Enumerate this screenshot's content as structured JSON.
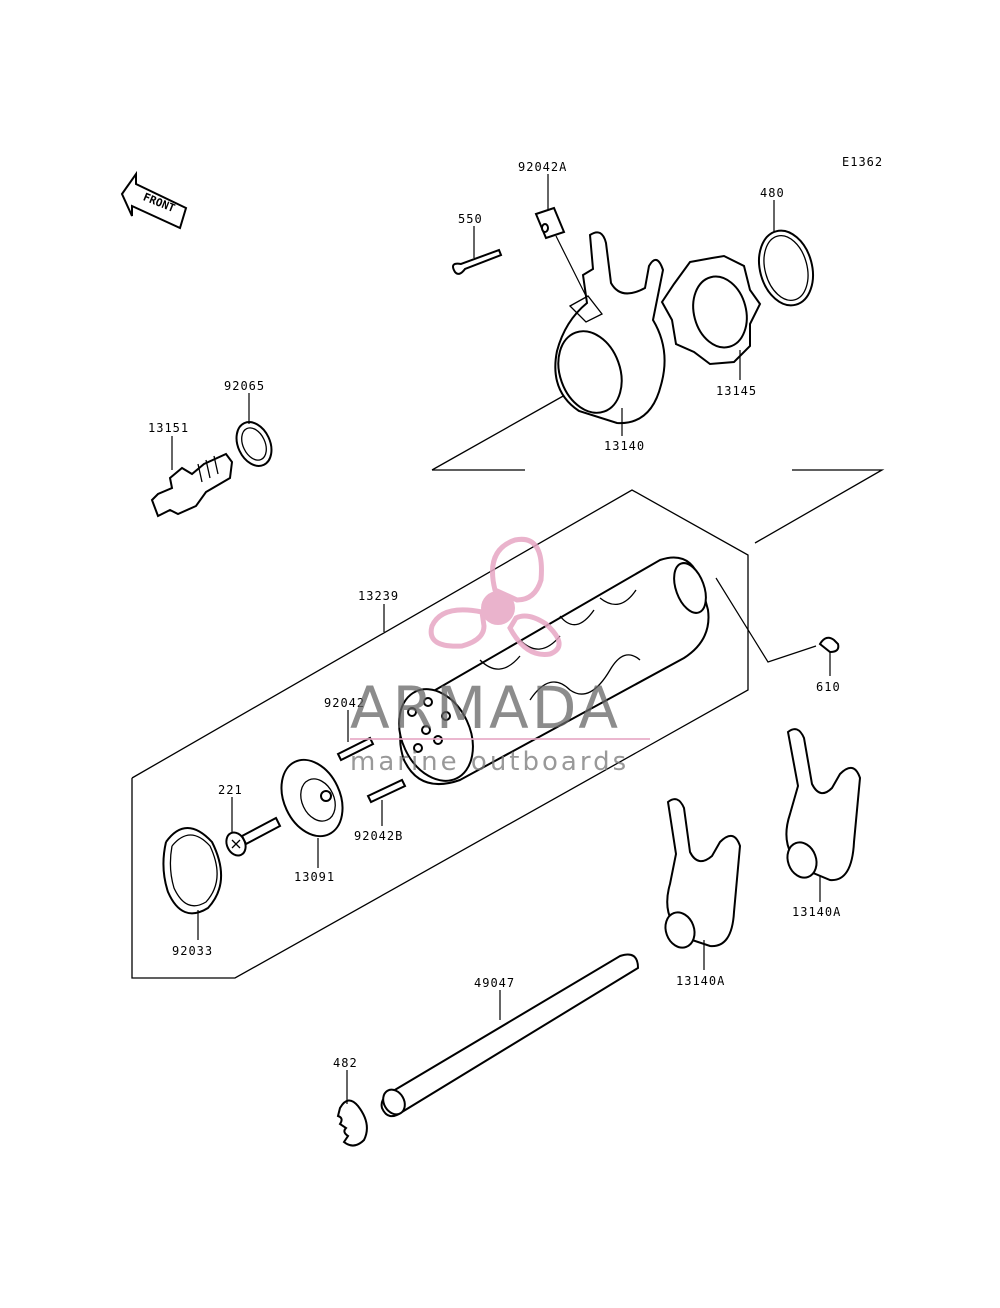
{
  "diagram": {
    "code": "E1362",
    "front_label": "FRONT",
    "parts": {
      "p92042A": "92042A",
      "p550": "550",
      "p480": "480",
      "p13145": "13145",
      "p13140": "13140",
      "p92065": "92065",
      "p13151": "13151",
      "p13239": "13239",
      "p610": "610",
      "p92042": "92042",
      "p221": "221",
      "p92042B": "92042B",
      "p13091": "13091",
      "p92033": "92033",
      "p13140A_right": "13140A",
      "p13140A_left": "13140A",
      "p49047": "49047",
      "p482": "482"
    }
  },
  "watermark": {
    "brand": "ARMADA",
    "tagline": "marine outboards",
    "logo_icon": "propeller-icon",
    "color": "#e7a6c4"
  }
}
